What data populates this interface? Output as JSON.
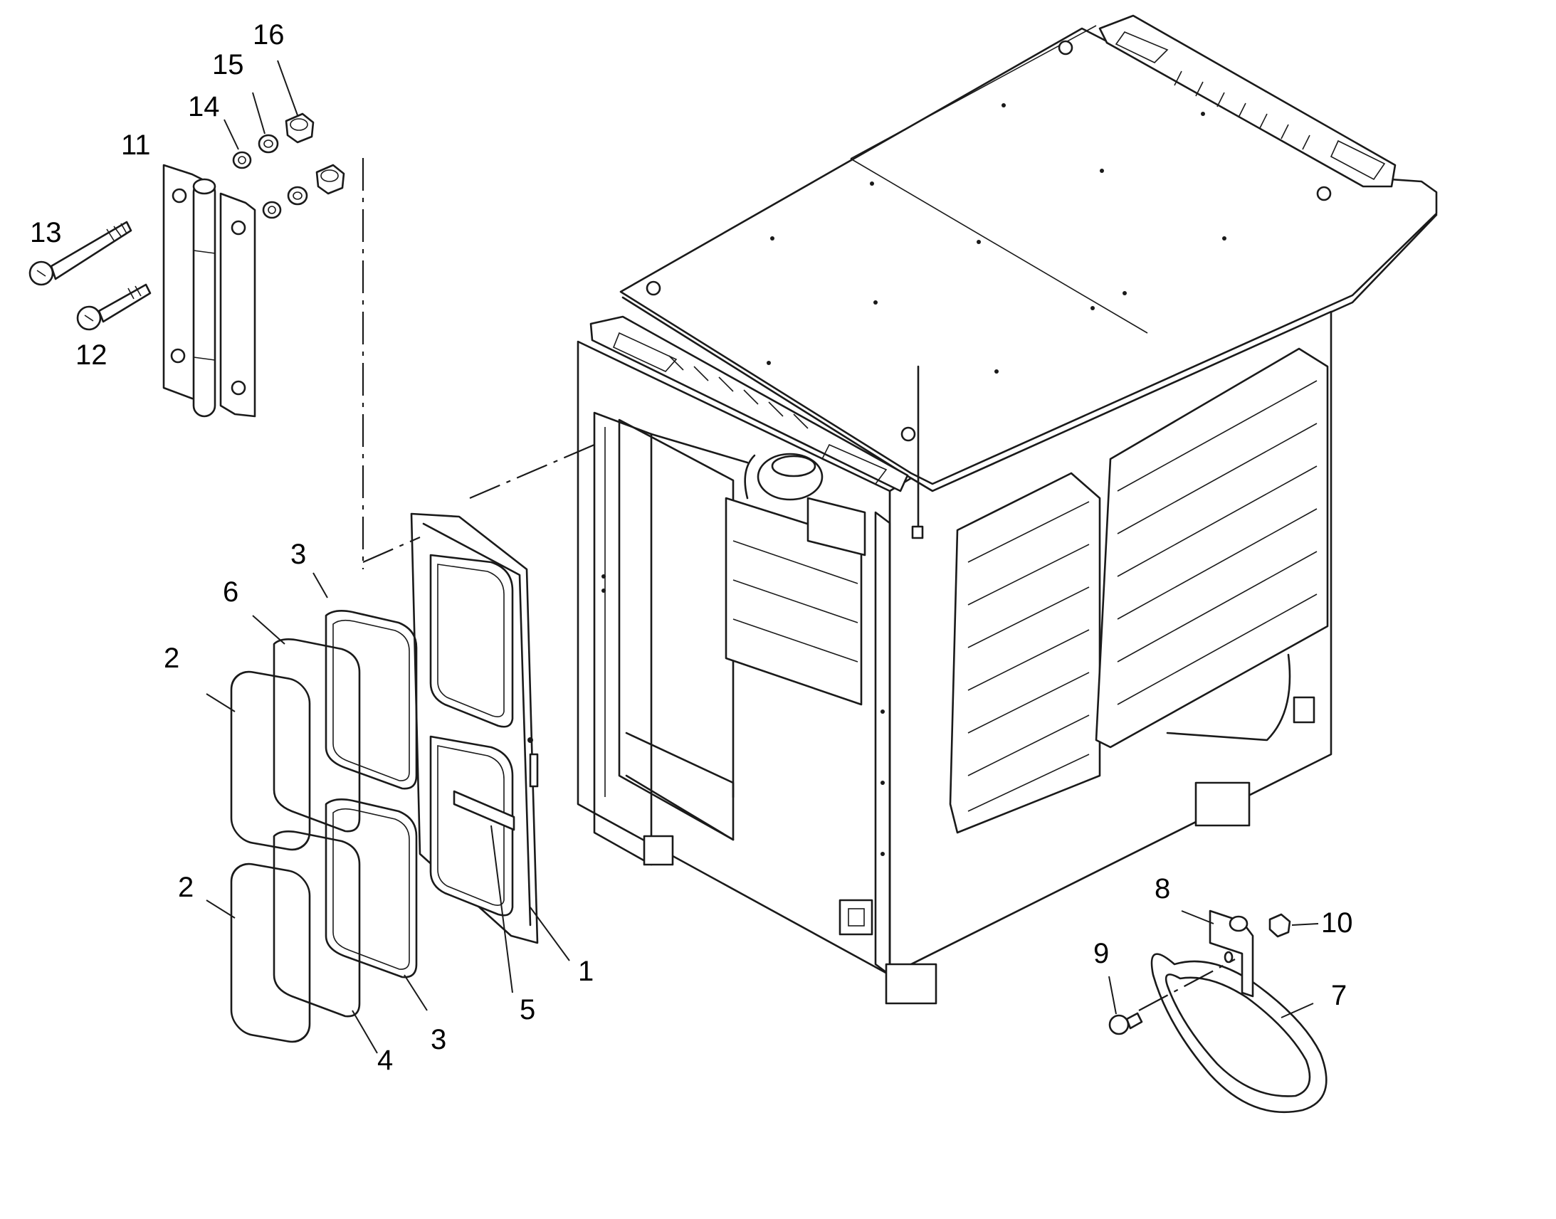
{
  "callouts": [
    {
      "id": "c1",
      "label": "1"
    },
    {
      "id": "c2a",
      "label": "2"
    },
    {
      "id": "c2b",
      "label": "2"
    },
    {
      "id": "c3a",
      "label": "3"
    },
    {
      "id": "c3b",
      "label": "3"
    },
    {
      "id": "c4",
      "label": "4"
    },
    {
      "id": "c5",
      "label": "5"
    },
    {
      "id": "c6",
      "label": "6"
    },
    {
      "id": "c7",
      "label": "7"
    },
    {
      "id": "c8",
      "label": "8"
    },
    {
      "id": "c9",
      "label": "9"
    },
    {
      "id": "c10",
      "label": "10"
    },
    {
      "id": "c11",
      "label": "11"
    },
    {
      "id": "c12",
      "label": "12"
    },
    {
      "id": "c13",
      "label": "13"
    },
    {
      "id": "c14",
      "label": "14"
    },
    {
      "id": "c15",
      "label": "15"
    },
    {
      "id": "c16",
      "label": "16"
    }
  ]
}
